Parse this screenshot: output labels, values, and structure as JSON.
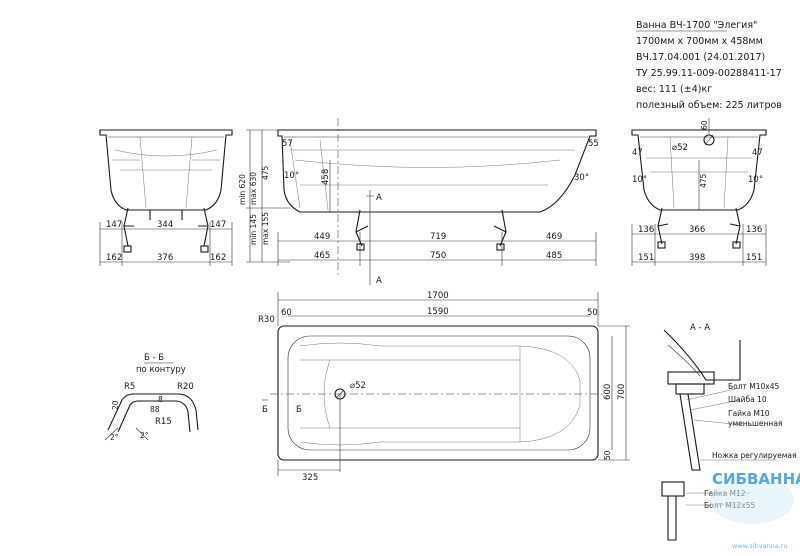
{
  "spec": {
    "name": "Ванна ВЧ-1700 \"Элегия\"",
    "size": "1700мм х 700мм х 458мм",
    "code": "ВЧ.17.04.001 (24.01.2017)",
    "tu": "ТУ 25.99.11-009-00288411-17",
    "weight": "вес: 111 (±4)кг",
    "volume": "полезный объем: 225 литров"
  },
  "end_view_left": {
    "dims_top": [
      "147",
      "344",
      "147"
    ],
    "dims_bottom": [
      "162",
      "376",
      "162"
    ]
  },
  "side_view": {
    "h_min": "min 620",
    "h_max": "max 630",
    "h_475": "475",
    "h_145": "min 145",
    "h_155": "max 155",
    "depth": "458",
    "lip_left": "57",
    "lip_right": "55",
    "angle_left": "10°",
    "angle_right": "30°",
    "dims_top": [
      "449",
      "719",
      "469"
    ],
    "dims_bottom": [
      "465",
      "750",
      "485"
    ],
    "section_mark": "A"
  },
  "end_view_right": {
    "h60": "60",
    "drain": "⌀52",
    "lip_left": "47",
    "lip_right": "47",
    "angle_left": "10°",
    "angle_right": "10°",
    "h475": "475",
    "dims_top": [
      "136",
      "366",
      "136"
    ],
    "dims_bottom": [
      "151",
      "398",
      "151"
    ]
  },
  "plan_view": {
    "overall": "1700",
    "inner": "1590",
    "radius": "R30",
    "lip_left": "60",
    "lip_right": "50",
    "drain": "⌀52",
    "drain_offset": "325",
    "width_inner": "600",
    "width_outer": "700",
    "lip_bottom": "50",
    "section_mark": "Б"
  },
  "section_bb": {
    "title": "Б - Б",
    "subtitle": "по контуру",
    "r5": "R5",
    "r20": "R20",
    "r15": "R15",
    "d20": "20",
    "d8": "8",
    "d88": "88",
    "a1": "2°",
    "a2": "2°"
  },
  "section_aa": {
    "title": "А - А",
    "labels": [
      "Болт М10х45",
      "Шайба 10",
      "Гайка М10",
      "уменьшенная",
      "Ножка регулируемая",
      "Гайка М12",
      "Болт М12х55"
    ]
  },
  "watermark": {
    "brand": "СИБВАННА",
    "url": "www.sibvanna.ru"
  }
}
